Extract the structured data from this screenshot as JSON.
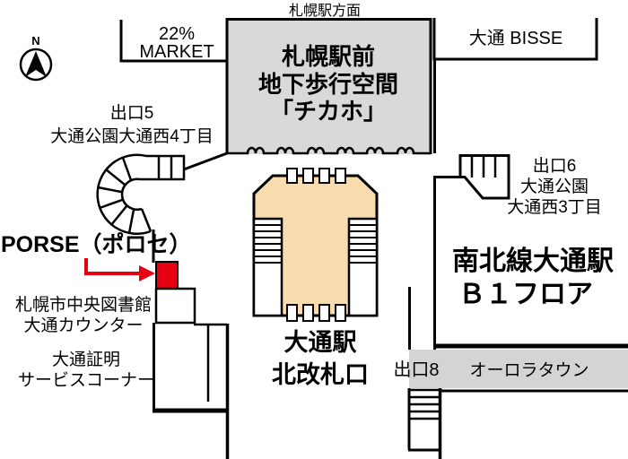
{
  "map": {
    "compass": {
      "label": "N"
    },
    "top": {
      "direction_label": "札幌駅方面",
      "market22": {
        "line1": "22%",
        "line2": "MARKET"
      },
      "chikaho": {
        "line1": "札幌駅前",
        "line2": "地下歩行空間",
        "line3": "「チカホ」"
      },
      "bisse": {
        "label": "大通 BISSE"
      }
    },
    "exits": {
      "exit5": {
        "line1": "出口5",
        "line2": "大通公園大通西4丁目"
      },
      "exit6": {
        "line1": "出口6",
        "line2": "大通公園",
        "line3": "大通西3丁目"
      },
      "exit8": {
        "label": "出口8"
      }
    },
    "porse": {
      "label": "PORSE（ポロセ）"
    },
    "library_counter": {
      "line1": "札幌市中央図書館",
      "line2": "大通カウンター"
    },
    "certificate_corner": {
      "line1": "大通証明",
      "line2": "サービスコーナー"
    },
    "north_gate": {
      "line1": "大通駅",
      "line2": "北改札口"
    },
    "namboku_line": {
      "line1": "南北線大通駅",
      "line2": "Ｂ１フロア"
    },
    "aurora_town": {
      "label": "オーロラタウン"
    }
  },
  "colors": {
    "accent_red": "#e60012",
    "area_gray": "#d9d9d9",
    "band_gray": "#d4d4d4",
    "concourse_beige": "#f9dcae"
  }
}
